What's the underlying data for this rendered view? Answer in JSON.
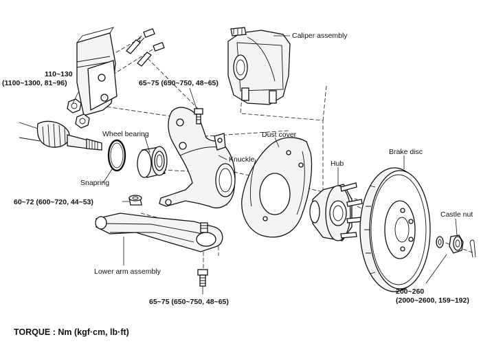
{
  "labels": {
    "caliper_assembly": "Caliper assembly",
    "wheel_bearing": "Wheel bearing",
    "dust_cover": "Dust cover",
    "knuckle": "Knuckle",
    "hub": "Hub",
    "brake_disc": "Brake disc",
    "snapring": "Snapring",
    "castle_nut": "Castle nut",
    "lower_arm_assembly": "Lower arm assembly"
  },
  "torques": {
    "strut_bolts_line1": "110~130",
    "strut_bolts_line2": "(1100~1300, 81~96)",
    "caliper_bolt": "65~75 (650~750, 48~65)",
    "lower_arm_nut": "60~72 (600~720, 44~53)",
    "lower_bolt": "65~75 (650~750, 48~65)",
    "castle_nut_line1": "200~260",
    "castle_nut_line2": "(2000~2600, 159~192)"
  },
  "footer": "TORQUE : Nm (kgf·cm, lb·ft)"
}
